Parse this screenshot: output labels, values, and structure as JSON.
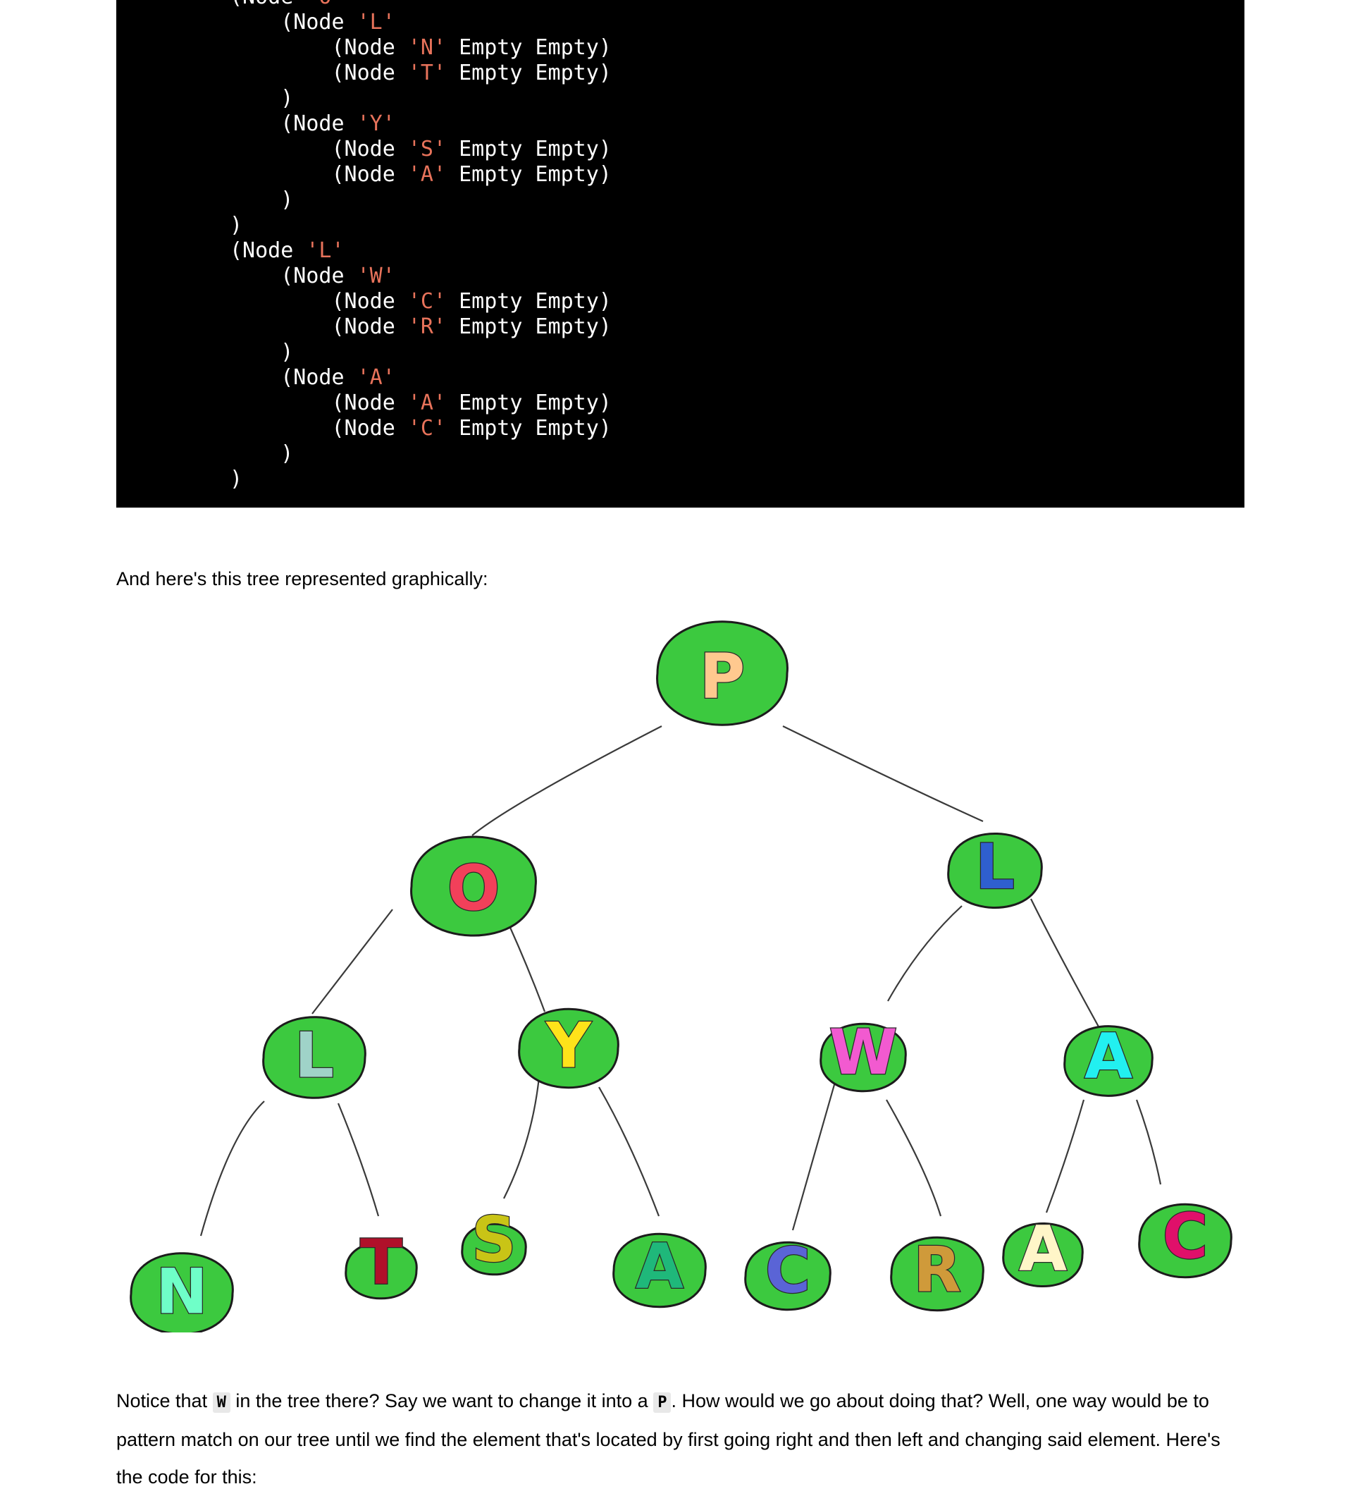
{
  "code": {
    "lines": [
      {
        "indent": "",
        "tokens": [
          {
            "t": "(Node ",
            "c": false
          },
          {
            "t": "'O'",
            "c": true
          }
        ]
      },
      {
        "indent": "    ",
        "tokens": [
          {
            "t": "(Node ",
            "c": false
          },
          {
            "t": "'L'",
            "c": true
          }
        ]
      },
      {
        "indent": "        ",
        "tokens": [
          {
            "t": "(Node ",
            "c": false
          },
          {
            "t": "'N'",
            "c": true
          },
          {
            "t": " Empty Empty)",
            "c": false
          }
        ]
      },
      {
        "indent": "        ",
        "tokens": [
          {
            "t": "(Node ",
            "c": false
          },
          {
            "t": "'T'",
            "c": true
          },
          {
            "t": " Empty Empty)",
            "c": false
          }
        ]
      },
      {
        "indent": "    ",
        "tokens": [
          {
            "t": ")",
            "c": false
          }
        ]
      },
      {
        "indent": "    ",
        "tokens": [
          {
            "t": "(Node ",
            "c": false
          },
          {
            "t": "'Y'",
            "c": true
          }
        ]
      },
      {
        "indent": "        ",
        "tokens": [
          {
            "t": "(Node ",
            "c": false
          },
          {
            "t": "'S'",
            "c": true
          },
          {
            "t": " Empty Empty)",
            "c": false
          }
        ]
      },
      {
        "indent": "        ",
        "tokens": [
          {
            "t": "(Node ",
            "c": false
          },
          {
            "t": "'A'",
            "c": true
          },
          {
            "t": " Empty Empty)",
            "c": false
          }
        ]
      },
      {
        "indent": "    ",
        "tokens": [
          {
            "t": ")",
            "c": false
          }
        ]
      },
      {
        "indent": "",
        "tokens": [
          {
            "t": ")",
            "c": false
          }
        ]
      },
      {
        "indent": "",
        "tokens": [
          {
            "t": "(Node ",
            "c": false
          },
          {
            "t": "'L'",
            "c": true
          }
        ]
      },
      {
        "indent": "    ",
        "tokens": [
          {
            "t": "(Node ",
            "c": false
          },
          {
            "t": "'W'",
            "c": true
          }
        ]
      },
      {
        "indent": "        ",
        "tokens": [
          {
            "t": "(Node ",
            "c": false
          },
          {
            "t": "'C'",
            "c": true
          },
          {
            "t": " Empty Empty)",
            "c": false
          }
        ]
      },
      {
        "indent": "        ",
        "tokens": [
          {
            "t": "(Node ",
            "c": false
          },
          {
            "t": "'R'",
            "c": true
          },
          {
            "t": " Empty Empty)",
            "c": false
          }
        ]
      },
      {
        "indent": "    ",
        "tokens": [
          {
            "t": ")",
            "c": false
          }
        ]
      },
      {
        "indent": "    ",
        "tokens": [
          {
            "t": "(Node ",
            "c": false
          },
          {
            "t": "'A'",
            "c": true
          }
        ]
      },
      {
        "indent": "        ",
        "tokens": [
          {
            "t": "(Node ",
            "c": false
          },
          {
            "t": "'A'",
            "c": true
          },
          {
            "t": " Empty Empty)",
            "c": false
          }
        ]
      },
      {
        "indent": "        ",
        "tokens": [
          {
            "t": "(Node ",
            "c": false
          },
          {
            "t": "'C'",
            "c": true
          },
          {
            "t": " Empty Empty)",
            "c": false
          }
        ]
      },
      {
        "indent": "    ",
        "tokens": [
          {
            "t": ")",
            "c": false
          }
        ]
      },
      {
        "indent": "",
        "tokens": [
          {
            "t": ")",
            "c": false
          }
        ]
      }
    ],
    "colors": {
      "background": "#000000",
      "text": "#ffffff",
      "char_literal": "#e8735b"
    }
  },
  "lead_text": "And here's this tree represented graphically:",
  "tree": {
    "node_fill": "#3cc93f",
    "nodes": [
      {
        "id": "root",
        "letter": "P",
        "color": "#ffc98f"
      },
      {
        "id": "o",
        "letter": "O",
        "color": "#f2405a"
      },
      {
        "id": "l",
        "letter": "L",
        "color": "#2f5fcf"
      },
      {
        "id": "ll",
        "letter": "L",
        "color": "#9fd3c8"
      },
      {
        "id": "y",
        "letter": "Y",
        "color": "#ffe31a"
      },
      {
        "id": "w",
        "letter": "W",
        "color": "#f25ad0"
      },
      {
        "id": "a",
        "letter": "A",
        "color": "#22f0f0"
      },
      {
        "id": "n",
        "letter": "N",
        "color": "#6fffc8"
      },
      {
        "id": "t",
        "letter": "T",
        "color": "#b0102a"
      },
      {
        "id": "s",
        "letter": "S",
        "color": "#c9c416"
      },
      {
        "id": "a2",
        "letter": "A",
        "color": "#1fb87a"
      },
      {
        "id": "c",
        "letter": "C",
        "color": "#5a64d6"
      },
      {
        "id": "r",
        "letter": "R",
        "color": "#cf9a3a"
      },
      {
        "id": "a3",
        "letter": "A",
        "color": "#fff6c8"
      },
      {
        "id": "c2",
        "letter": "C",
        "color": "#e0106a"
      }
    ]
  },
  "paragraph": {
    "part1": "Notice that ",
    "code1": "W",
    "part2": " in the tree there? Say we want to change it into a ",
    "code2": "P",
    "part3": ". How would we go about doing that? Well, one way would be to pattern match on our tree until we find the element that's located by first going right and then left and changing said element. Here's the code for this:"
  }
}
